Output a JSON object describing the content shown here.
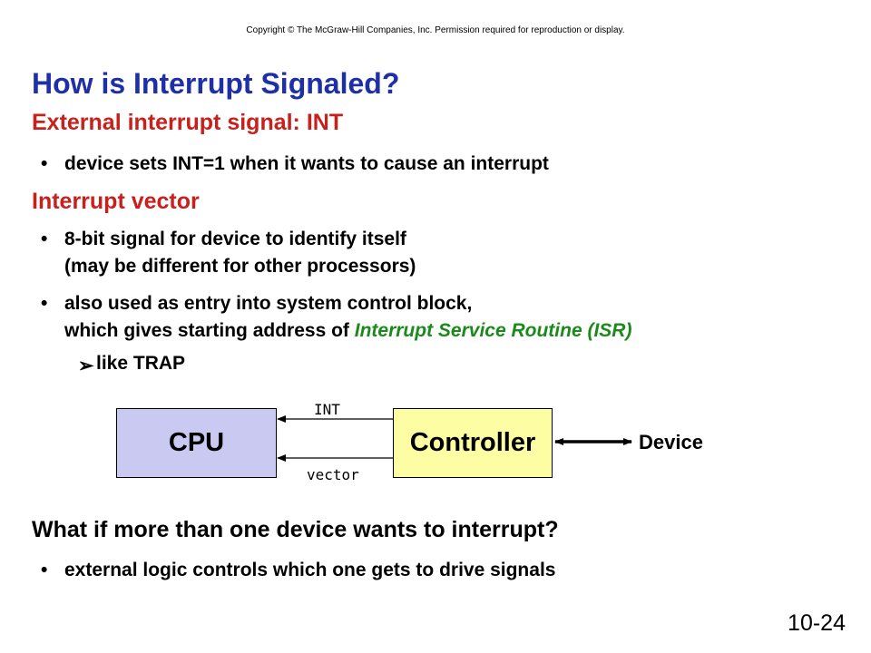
{
  "header": {
    "copyright": "Copyright © The McGraw-Hill Companies, Inc. Permission required for reproduction or display."
  },
  "title": "How is Interrupt Signaled?",
  "sections": [
    {
      "heading": "External interrupt signal: INT",
      "bullets": [
        "device sets INT=1 when it wants to cause an interrupt"
      ]
    },
    {
      "heading": "Interrupt vector",
      "bullets": [
        {
          "line1": "8-bit signal for device to identify itself",
          "line2": "(may be different for other processors)"
        },
        {
          "line1": "also used as entry into system control block,",
          "line2_prefix": "which gives starting address of ",
          "line2_highlight": "Interrupt Service Routine (ISR)"
        }
      ],
      "sub_bullet": "like TRAP"
    },
    {
      "heading": "What if more than one device wants to interrupt?",
      "bullets": [
        "external logic controls which one gets to drive signals"
      ]
    }
  ],
  "diagram": {
    "cpu": "CPU",
    "controller": "Controller",
    "device": "Device",
    "int_label": "INT",
    "vector_label": "vector"
  },
  "bullet_glyph": "•",
  "sub_glyph": "➢",
  "page_number": "10-24"
}
